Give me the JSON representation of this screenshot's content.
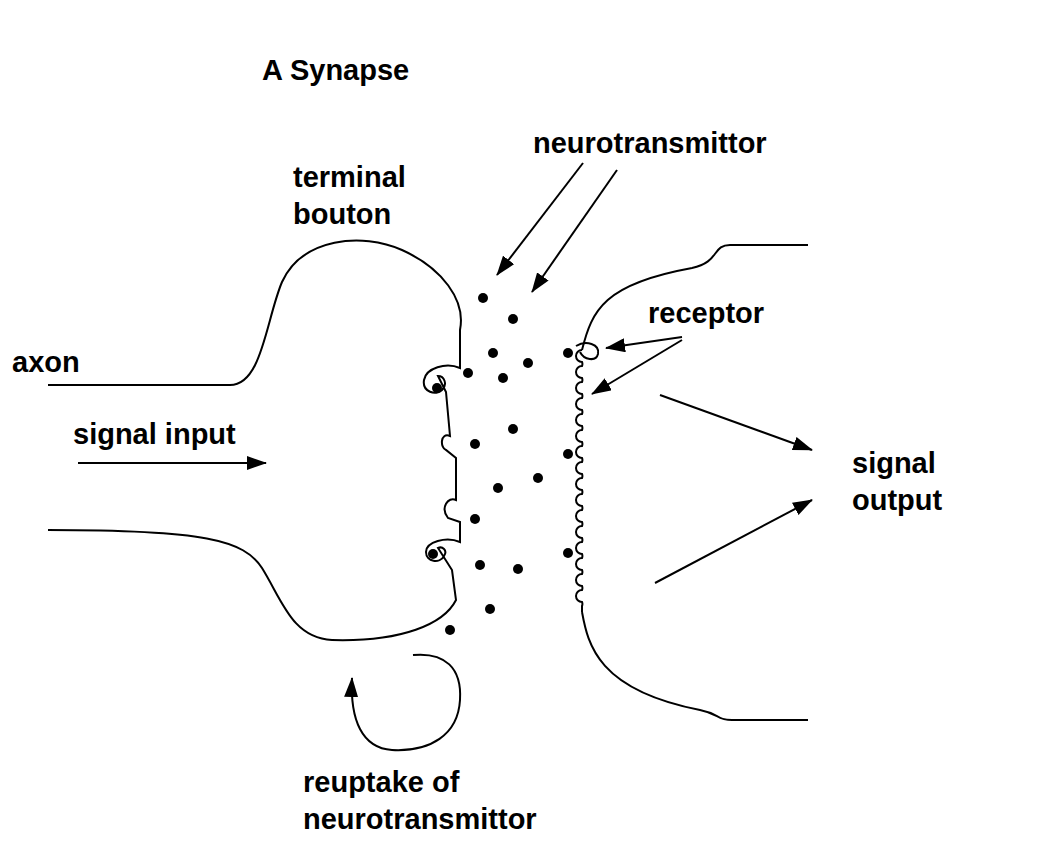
{
  "diagram": {
    "title": "A Synapse",
    "labels": [
      "neurotransmittor",
      "terminal bouton",
      "receptor",
      "axon",
      "signal input",
      "signal output",
      "reuptake of neurotransmittor"
    ]
  }
}
